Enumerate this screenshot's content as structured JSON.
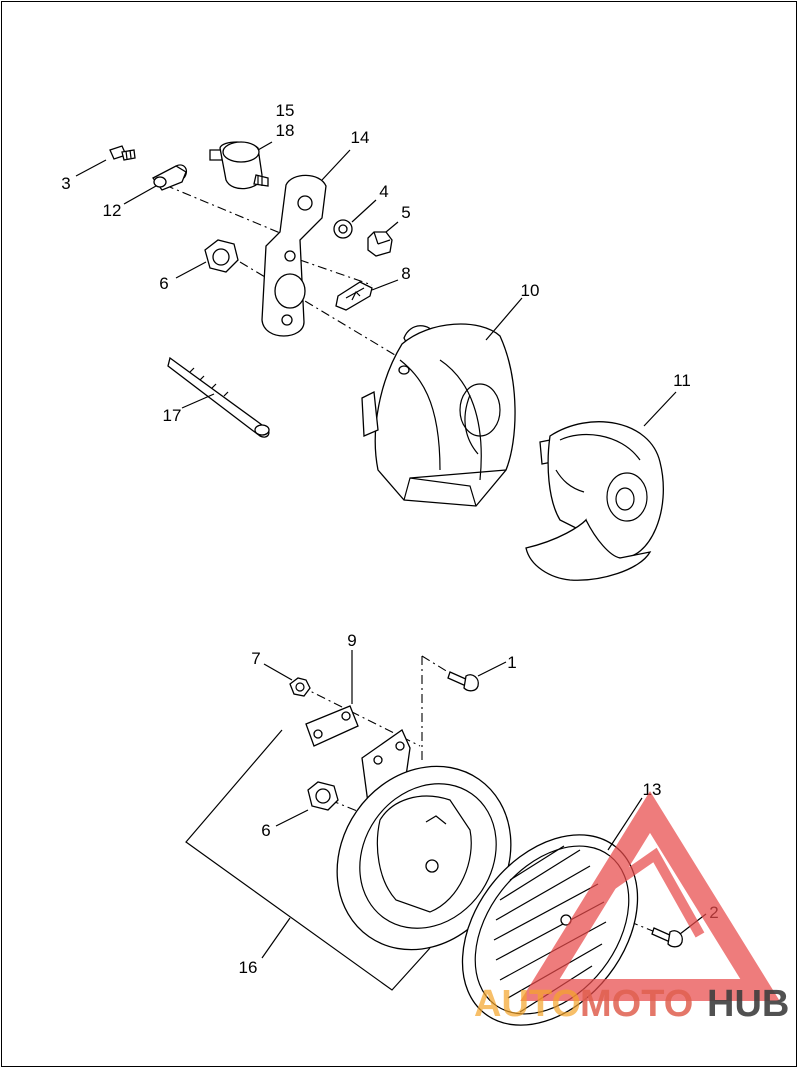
{
  "callouts": {
    "c1": "1",
    "c2": "2",
    "c3": "3",
    "c4": "4",
    "c5": "5",
    "c6a": "6",
    "c6b": "6",
    "c7": "7",
    "c8": "8",
    "c9": "9",
    "c10": "10",
    "c11": "11",
    "c12": "12",
    "c13": "13",
    "c14": "14",
    "c15": "15",
    "c16": "16",
    "c17": "17",
    "c18": "18"
  },
  "watermark": {
    "part1": "AUTO",
    "part2": "MOTO",
    "part3": "HUB",
    "colors": {
      "auto": "#f5a52b",
      "moto": "#e06050",
      "hub": "#3f3f3f",
      "triangle": "#e84a4a"
    }
  }
}
